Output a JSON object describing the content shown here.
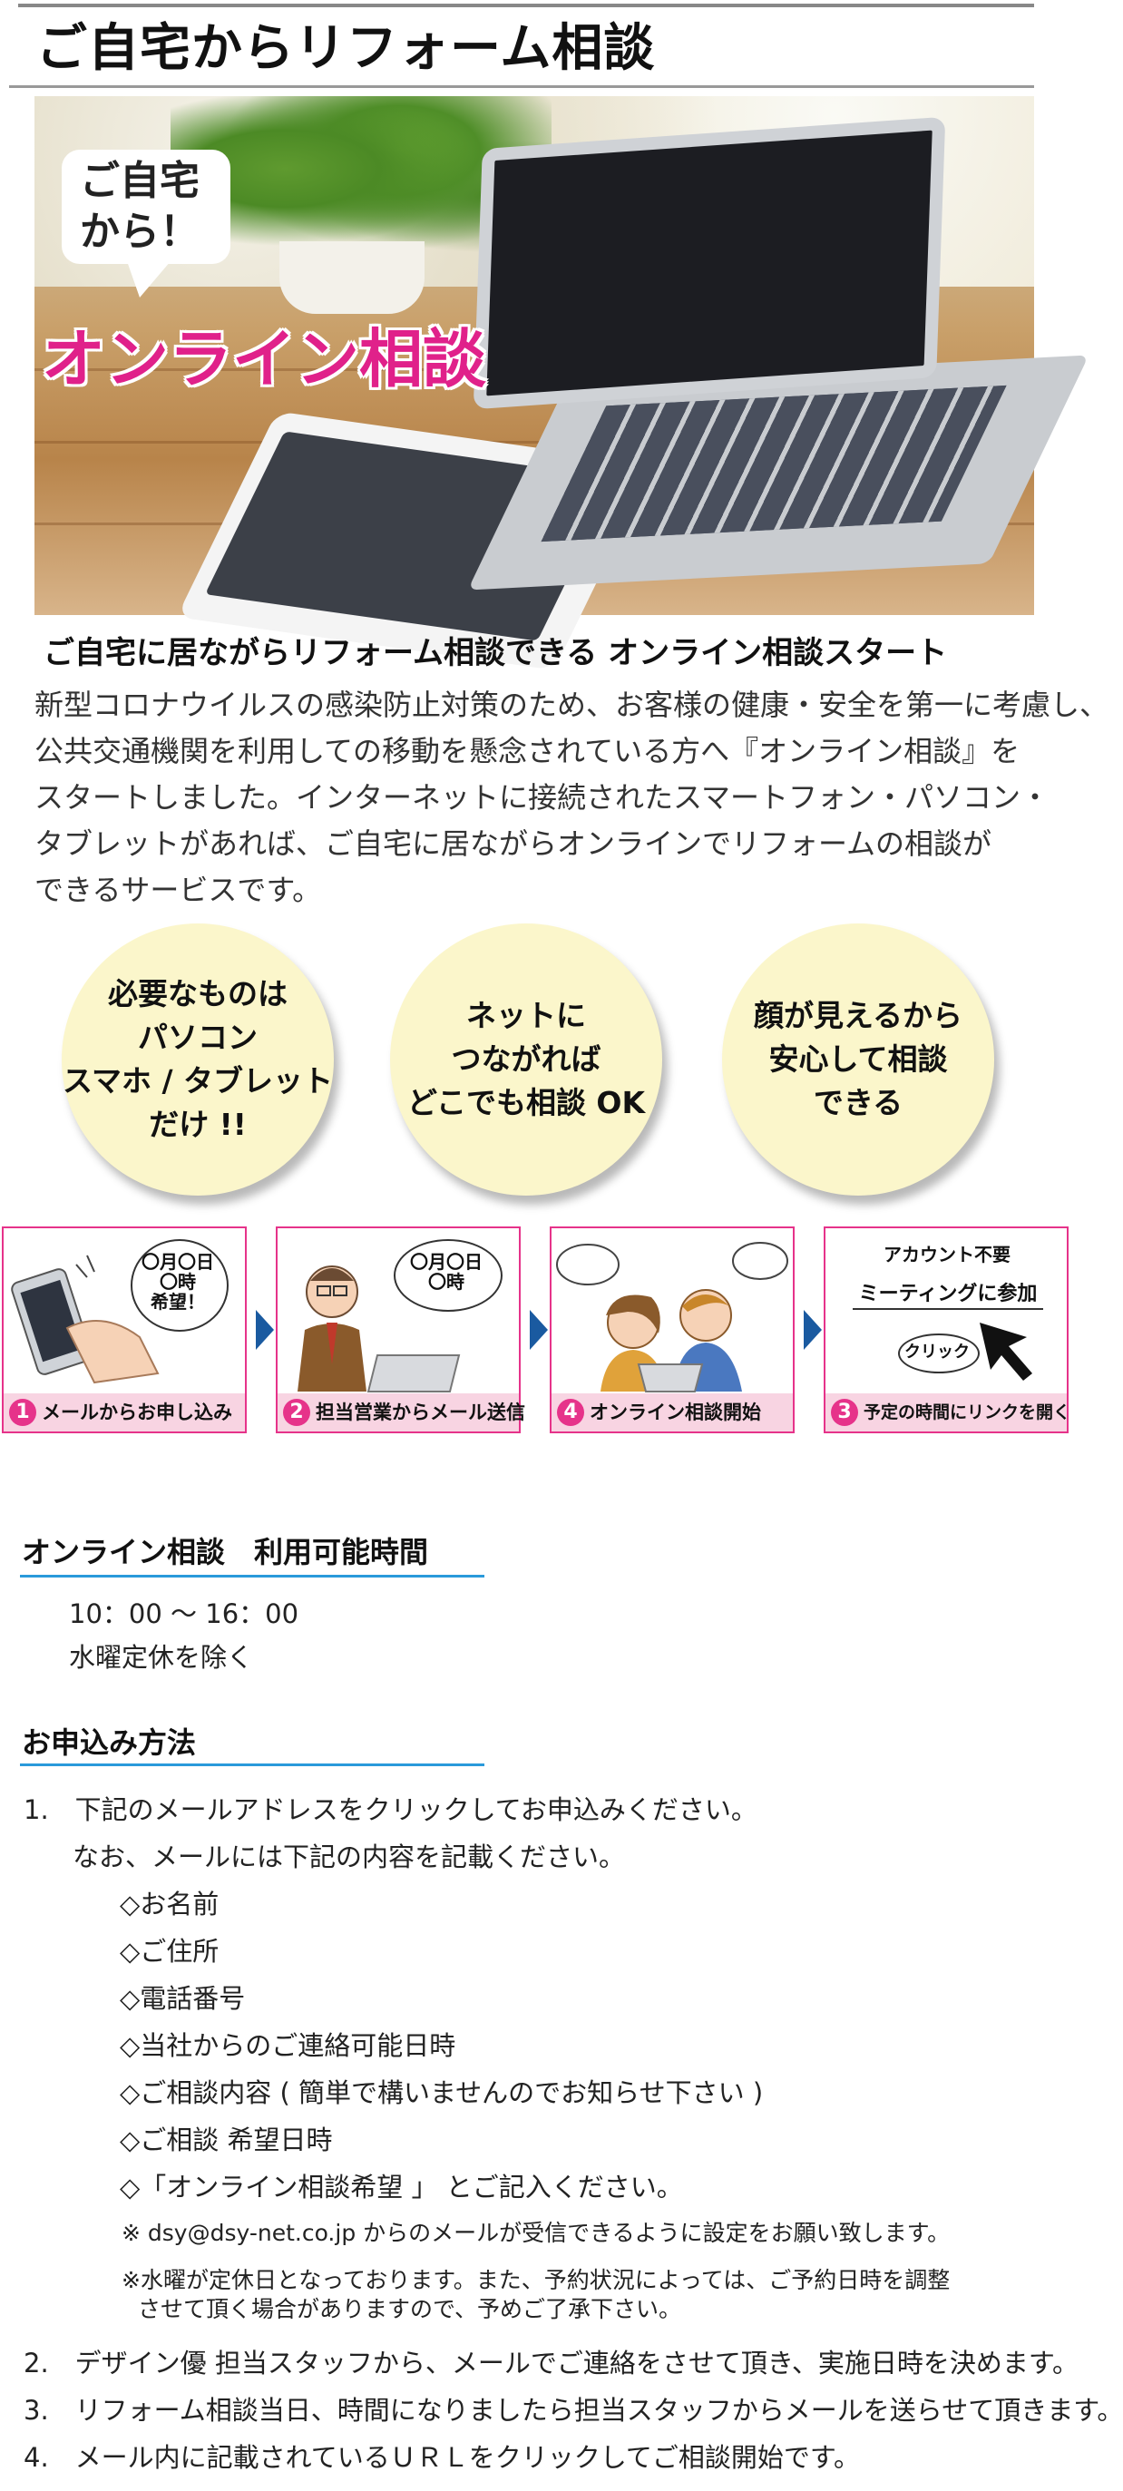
{
  "header": {
    "title": "ご自宅からリフォーム相談"
  },
  "hero": {
    "bubble_line1": "ご自宅",
    "bubble_line2": "から！",
    "title": "オンライン相談"
  },
  "subhead": "ご自宅に居ながらリフォーム相談できる オンライン相談スタート",
  "intro": [
    "新型コロナウイルスの感染防止対策のため、お客様の健康・安全を第一に考慮し、",
    "公共交通機関を利用しての移動を懸念されている方へ『オンライン相談』を",
    "スタートしました。インターネットに接続されたスマートフォン・パソコン・",
    "タブレットがあれば、ご自宅に居ながらオンラインでリフォームの相談が",
    "できるサービスです。"
  ],
  "features": [
    "必要なものは\nパソコン\nスマホ / タブレット\nだけ !!",
    "ネットに\nつながれば\nどこでも相談 OK",
    "顔が見えるから\n安心して相談\nできる"
  ],
  "steps": [
    {
      "num": "1",
      "label": "メールからお申し込み",
      "callout": "〇月〇日\n〇時\n希望！"
    },
    {
      "num": "2",
      "label": "担当営業からメール送信",
      "callout": "〇月〇日\n〇時"
    },
    {
      "num": "4",
      "label": "オンライン相談開始"
    },
    {
      "num": "3",
      "label": "予定の時間にリンクを開く",
      "note1": "アカウント不要",
      "note2": "ミーティングに参加",
      "click": "クリック"
    }
  ],
  "hours": {
    "heading": "オンライン相談　利用可能時間",
    "time": "10：00 ～ 16：00",
    "closed": "水曜定休を除く"
  },
  "apply": {
    "heading": "お申込み方法",
    "item1": "1.　下記のメールアドレスをクリックしてお申込みください。",
    "item1_note": "なお、メールには下記の内容を記載ください。",
    "fields": [
      "◇お名前",
      "◇ご住所",
      "◇電話番号",
      "◇当社からのご連絡可能日時",
      "◇ご相談内容 ( 簡単で構いませんのでお知らせ下さい )",
      "◇ご相談 希望日時",
      "◇「オンライン相談希望 」 とご記入ください。"
    ],
    "note_mail": "※ dsy@dsy-net.co.jp からのメールが受信できるように設定をお願い致します。",
    "note_wed1": "※水曜が定休日となっております。また、予約状況によっては、ご予約日時を調整",
    "note_wed2": "させて頂く場合がありますので、予めご了承下さい。",
    "item2": "2.　デザイン優 担当スタッフから、メールでご連絡をさせて頂き、実施日時を決めます。",
    "item3": "3.　リフォーム相談当日、時間になりましたら担当スタッフからメールを送らせて頂きます。",
    "item4": "4.　メール内に記載されているＵＲＬをクリックしてご相談開始です。"
  }
}
